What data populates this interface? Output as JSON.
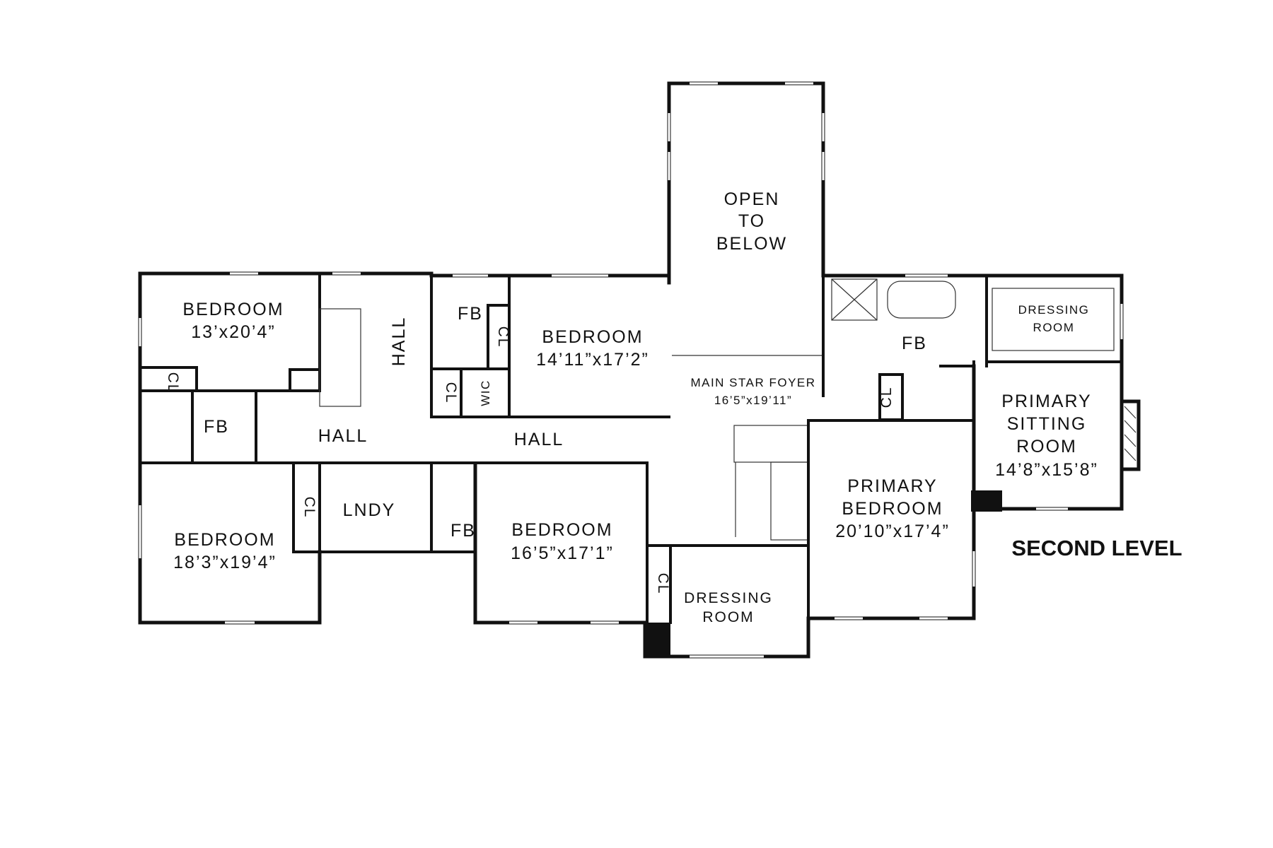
{
  "plan": {
    "level_title": "SECOND LEVEL",
    "open_to_below": [
      "OPEN",
      "TO",
      "BELOW"
    ],
    "foyer": {
      "name": "MAIN STAR FOYER",
      "dims": "16’5”x19’11”"
    },
    "bedroom_nw": {
      "name": "BEDROOM",
      "dims": "13’x20’4”"
    },
    "bedroom_n": {
      "name": "BEDROOM",
      "dims": "14’11”x17’2”"
    },
    "bedroom_sw": {
      "name": "BEDROOM",
      "dims": "18’3”x19’4”"
    },
    "bedroom_s": {
      "name": "BEDROOM",
      "dims": "16’5”x17’1”"
    },
    "primary_bedroom": {
      "name": [
        "PRIMARY",
        "BEDROOM"
      ],
      "dims": "20’10”x17’4”"
    },
    "primary_sitting": {
      "name": [
        "PRIMARY",
        "SITTING",
        "ROOM"
      ],
      "dims": "14’8”x15’8”"
    },
    "dressing_ne": [
      "DRESSING",
      "ROOM"
    ],
    "dressing_s": [
      "DRESSING",
      "ROOM"
    ],
    "hall_vertical": "HALL",
    "hall_west": "HALL",
    "hall_center": "HALL",
    "laundry": "LNDY",
    "fb_north": "FB",
    "fb_west": "FB",
    "fb_south": "FB",
    "fb_primary": "FB",
    "cl_nw": "CL",
    "cl_n": "CL",
    "cl_n2": "CL",
    "wic": "WIC",
    "cl_sw": "CL",
    "cl_s": "CL",
    "cl_primary": "CL"
  }
}
